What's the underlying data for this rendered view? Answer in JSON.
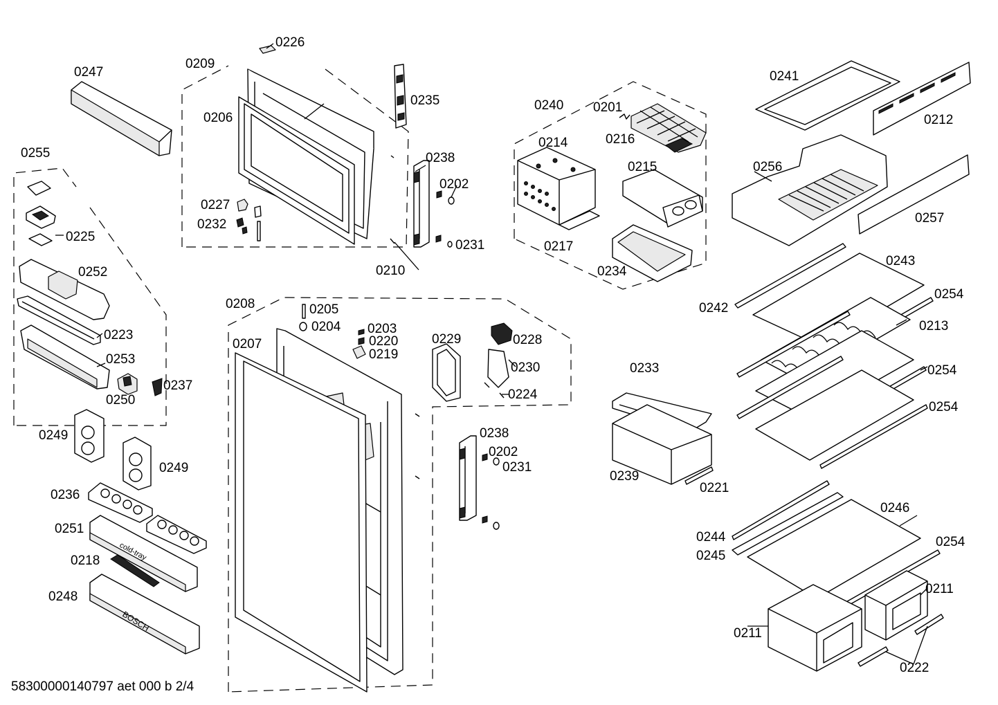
{
  "footer": "58300000140797 aet 000 b 2/4",
  "part_labels": {
    "p0247": "0247",
    "p0209": "0209",
    "p0226": "0226",
    "p0206": "0206",
    "p0235": "0235",
    "p0255": "0255",
    "p0225": "0225",
    "p0227": "0227",
    "p0232": "0232",
    "p0238a": "0238",
    "p0202a": "0202",
    "p0231a": "0231",
    "p0210": "0210",
    "p0252": "0252",
    "p0223": "0223",
    "p0253": "0253",
    "p0250": "0250",
    "p0237": "0237",
    "p0249a": "0249",
    "p0249b": "0249",
    "p0236": "0236",
    "p0251": "0251",
    "p0218": "0218",
    "p0248": "0248",
    "p0208": "0208",
    "p0207": "0207",
    "p0205": "0205",
    "p0204": "0204",
    "p0203": "0203",
    "p0220": "0220",
    "p0219": "0219",
    "p0229": "0229",
    "p0228": "0228",
    "p0230": "0230",
    "p0224": "0224",
    "p0238b": "0238",
    "p0202b": "0202",
    "p0231b": "0231",
    "p0240": "0240",
    "p0201": "0201",
    "p0216": "0216",
    "p0214": "0214",
    "p0215": "0215",
    "p0217": "0217",
    "p0234": "0234",
    "p0233": "0233",
    "p0239": "0239",
    "p0221": "0221",
    "p0241": "0241",
    "p0212": "0212",
    "p0256": "0256",
    "p0257": "0257",
    "p0243": "0243",
    "p0242": "0242",
    "p0254a": "0254",
    "p0213": "0213",
    "p0254b": "0254",
    "p0254c": "0254",
    "p0246": "0246",
    "p0244": "0244",
    "p0254d": "0254",
    "p0245": "0245",
    "p0211a": "0211",
    "p0211b": "0211",
    "p0222": "0222"
  },
  "part_text": {
    "cold_tray": "cold-tray",
    "bosch": "BOSCH"
  }
}
